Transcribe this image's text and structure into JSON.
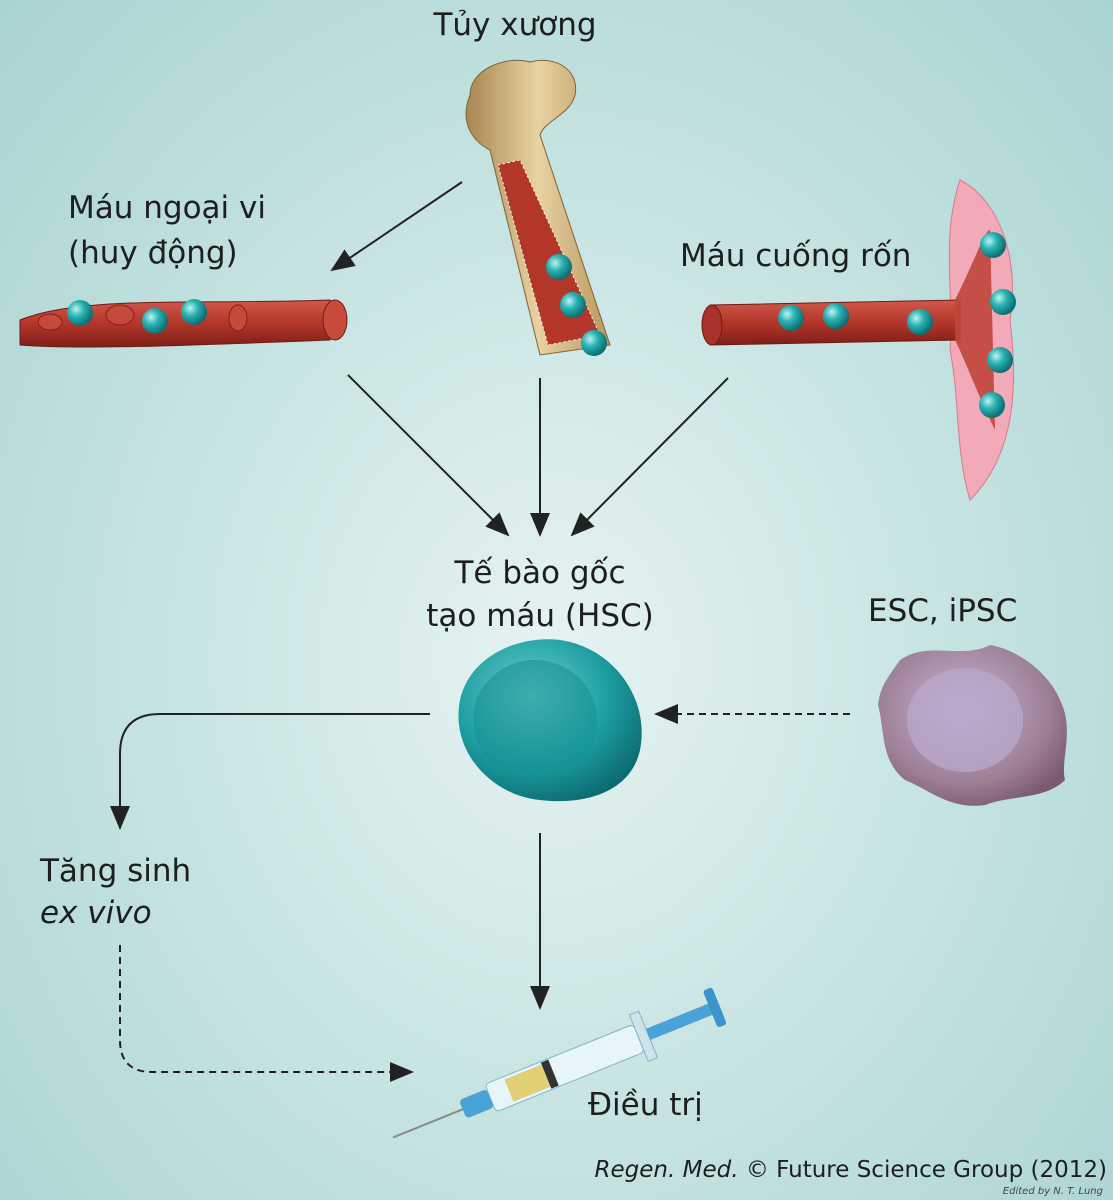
{
  "labels": {
    "bone_marrow": "Tủy xương",
    "peripheral_blood_line1": "Máu ngoại vi",
    "peripheral_blood_line2": "(huy động)",
    "cord_blood": "Máu cuống rốn",
    "hsc_line1": "Tế bào gốc",
    "hsc_line2": "tạo máu (HSC)",
    "esc_ipsc": "ESC, iPSC",
    "expansion_line1": "Tăng sinh",
    "expansion_line2": "ex vivo",
    "therapy": "Điều trị"
  },
  "credit": {
    "journal": "Regen. Med.",
    "rest": "© Future Science Group (2012)",
    "edited": "Edited by N. T. Lung"
  },
  "colors": {
    "stem_cell": "#1fa3a6",
    "vessel": "#b3362a",
    "esc_cell": "#9c7e93",
    "bone": "#c9a66a",
    "placenta": "#f2a9b8"
  }
}
